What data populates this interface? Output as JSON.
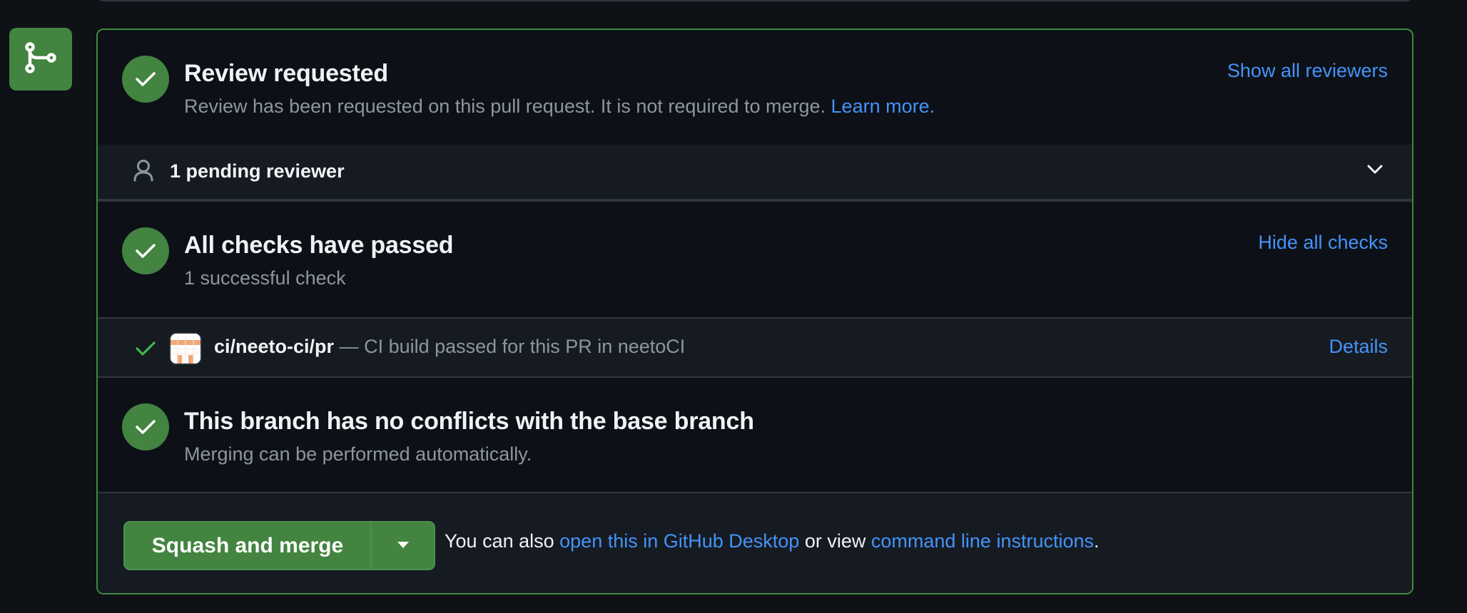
{
  "merge_box": {
    "icon": "git-merge-icon",
    "colors": {
      "accent_green": "#428440",
      "border_green": "#3f8a41",
      "link_blue": "#4493f8",
      "muted_text": "#8d96a0",
      "background": "#0d1117",
      "subrow_background": "#161b22"
    },
    "review": {
      "icon": "check-circle-icon",
      "title": "Review requested",
      "description": "Review has been requested on this pull request. It is not required to merge.",
      "learn_more": "Learn more.",
      "show_all_reviewers": "Show all reviewers",
      "pending": {
        "icon": "person-icon",
        "label": "1 pending reviewer",
        "toggle_icon": "chevron-down-icon"
      }
    },
    "checks": {
      "icon": "check-circle-icon",
      "title": "All checks have passed",
      "summary": "1 successful check",
      "hide_all_checks": "Hide all checks",
      "items": [
        {
          "status_icon": "check-icon",
          "app_icon": "neetoci-logo-icon",
          "name": "ci/neeto-ci/pr",
          "description": "— CI build passed for this PR in neetoCI",
          "details_link": "Details"
        }
      ]
    },
    "conflicts": {
      "icon": "check-circle-icon",
      "title": "This branch has no conflicts with the base branch",
      "description": "Merging can be performed automatically."
    },
    "footer": {
      "merge_button": "Squash and merge",
      "merge_dropdown_icon": "triangle-down-icon",
      "text_prefix": "You can also ",
      "desktop_link": "open this in GitHub Desktop",
      "text_middle": " or view ",
      "cli_link": "command line instructions",
      "text_suffix": "."
    }
  }
}
